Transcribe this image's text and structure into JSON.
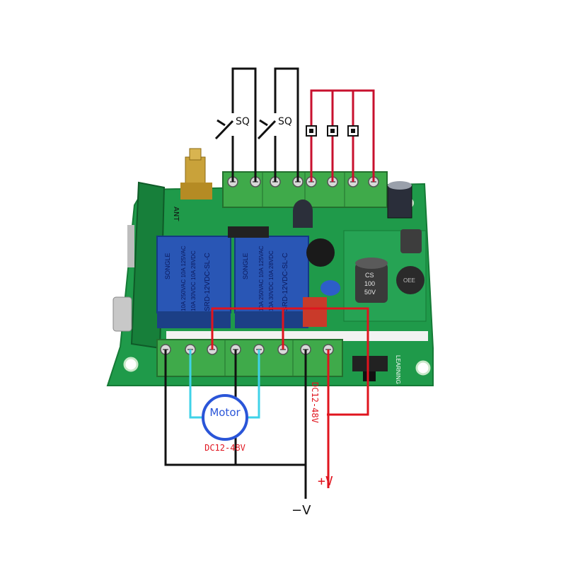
{
  "limit_switches": [
    {
      "label": "SQ"
    },
    {
      "label": "SQ"
    }
  ],
  "relays": [
    {
      "brand": "SONGLE",
      "model": "SRD-12VDC-SL-C",
      "line1": "10A 250VAC  10A 125VAC",
      "line2": "10A 30VDC  10A 28VDC"
    },
    {
      "brand": "SONGLE",
      "model": "SRD-12VDC-SL-C",
      "line1": "10A 250VAC  10A 125VAC",
      "line2": "10A 30VDC  10A 28VDC"
    }
  ],
  "board": {
    "antenna_label": "ANT",
    "learning_label": "LEARNING",
    "capacitor_label": [
      "CS",
      "100",
      "50V"
    ],
    "inductor_label": "OEE"
  },
  "motor": {
    "label": "Motor",
    "voltage": "DC12-48V"
  },
  "supply": {
    "voltage": "DC12-48V",
    "positive": "+V",
    "negative": "−V"
  },
  "colors": {
    "pcb": "#1f9a4a",
    "terminal": "#3faa4a",
    "wire_black": "#111111",
    "wire_red": "#e0141e",
    "wire_crimson": "#c8102e",
    "wire_cyan": "#3fd2e8",
    "motor_circle": "#2a55d8",
    "relay": "#2956b5"
  }
}
